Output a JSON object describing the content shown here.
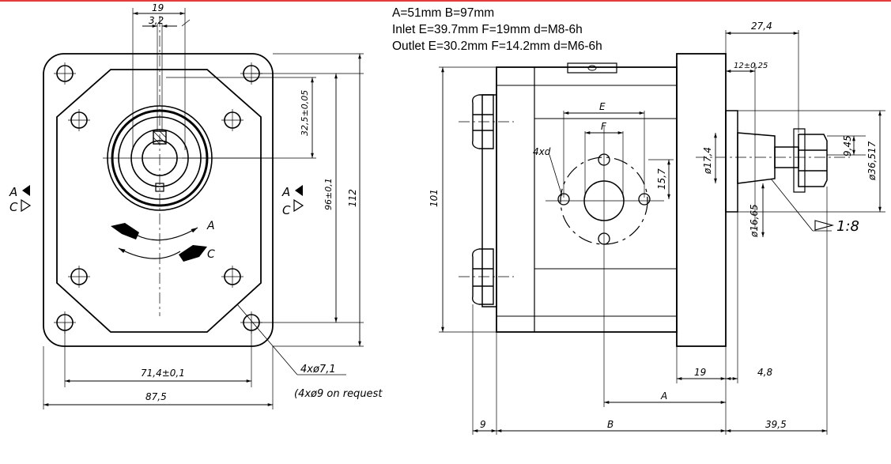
{
  "header": {
    "accent_color": "#e23b3b",
    "specs": [
      "A=51mm B=97mm",
      "Inlet E=39.7mm F=19mm d=M8-6h",
      "Outlet E=30.2mm F=14.2mm d=M6-6h"
    ]
  },
  "front_view": {
    "dim_top_19": "19",
    "dim_top_3_2": "3,2",
    "dim_key": "32,5±0,05",
    "dim_height_96": "96±0,1",
    "dim_height_112": "112",
    "dim_width_71_4": "71,4±0,1",
    "dim_width_87_5": "87,5",
    "holes": "4xø7,1",
    "holes_note": "(4xø9  on request",
    "rotation_a": "A",
    "rotation_c": "C",
    "port_left_a": "A",
    "port_left_c": "C",
    "port_right_a": "A",
    "port_right_c": "C"
  },
  "side_view": {
    "dim_27_4": "27,4",
    "dim_12": "12±0,25",
    "dim_E": "E",
    "dim_F": "F",
    "dim_4xd": "4xd",
    "dim_15_7": "15,7",
    "dim_101": "101",
    "dim_17_4": "ø17,4",
    "dim_16_65": "ø16,65",
    "dim_9_45": "9,45",
    "dim_36_517": "ø36,517",
    "taper": "1:8",
    "dim_19": "19",
    "dim_4_8": "4,8",
    "dim_A": "A",
    "dim_9": "9",
    "dim_B": "B",
    "dim_39_5": "39,5"
  }
}
